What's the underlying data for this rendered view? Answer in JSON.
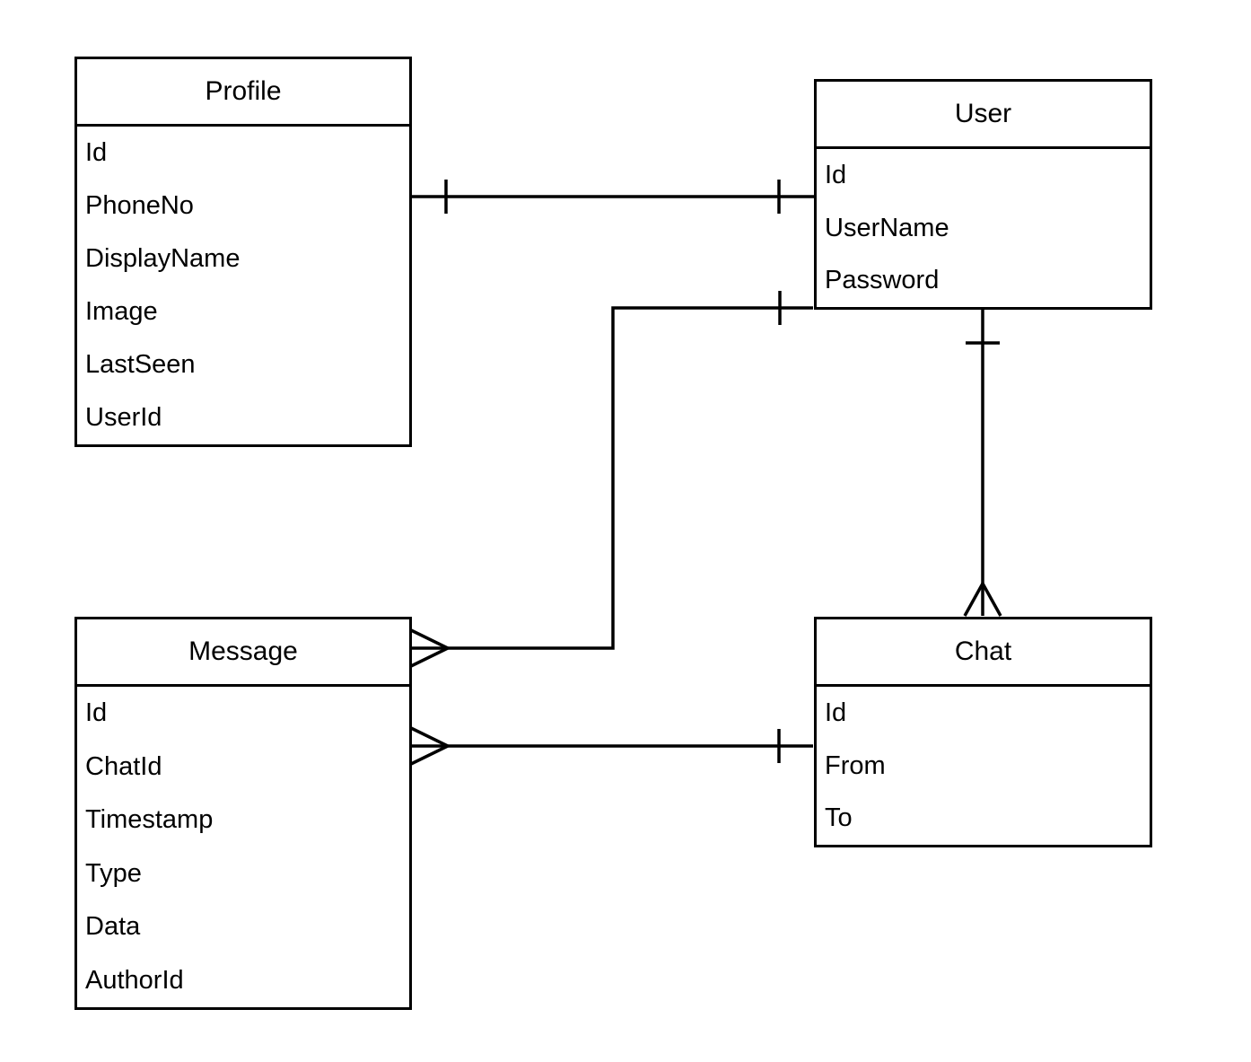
{
  "diagram": {
    "type": "entity-relationship-diagram",
    "notation": "crow-foot",
    "colors": {
      "background": "#ffffff",
      "line": "#000000",
      "text": "#000000"
    },
    "entities": [
      {
        "name": "Profile",
        "fields": [
          "Id",
          "PhoneNo",
          "DisplayName",
          "Image",
          "LastSeen",
          "UserId"
        ]
      },
      {
        "name": "User",
        "fields": [
          "Id",
          "UserName",
          "Password"
        ]
      },
      {
        "name": "Message",
        "fields": [
          "Id",
          "ChatId",
          "Timestamp",
          "Type",
          "Data",
          "AuthorId"
        ]
      },
      {
        "name": "Chat",
        "fields": [
          "Id",
          "From",
          "To"
        ]
      }
    ],
    "relationships": [
      {
        "from": "Profile",
        "to": "User",
        "from_cardinality": "one",
        "to_cardinality": "one"
      },
      {
        "from": "Message",
        "to": "User",
        "from_cardinality": "many",
        "to_cardinality": "one"
      },
      {
        "from": "User",
        "to": "Chat",
        "from_cardinality": "one",
        "to_cardinality": "many"
      },
      {
        "from": "Message",
        "to": "Chat",
        "from_cardinality": "many",
        "to_cardinality": "one"
      }
    ]
  }
}
